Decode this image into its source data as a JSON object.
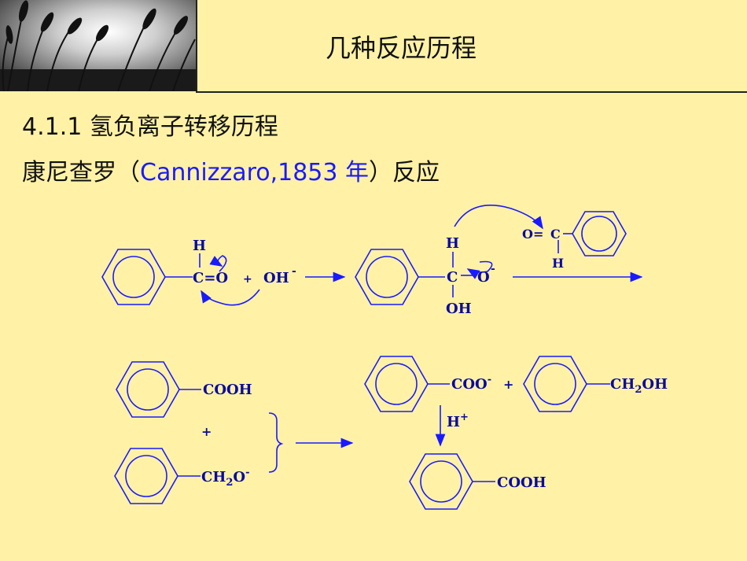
{
  "header": {
    "title": "几种反应历程"
  },
  "section": {
    "heading": "4.1.1 氢负离子转移历程",
    "reaction_prefix": "康尼查罗（",
    "reaction_name": "Cannizzaro,1853 年",
    "reaction_suffix": "）反应"
  },
  "scheme": {
    "row1": {
      "h_top": "H",
      "carbonyl": "C=O",
      "plus": "+",
      "hydroxide": "OH",
      "minus": "-",
      "int_h": "H",
      "int_c": "C",
      "int_o": "O",
      "int_oh": "OH",
      "ald_o": "O=",
      "ald_c": "C",
      "ald_h": "H"
    },
    "row2": {
      "cooh1": "COOH",
      "plus": "+",
      "ch2o": "CH",
      "sub2": "2",
      "o_minus": "O",
      "coo": "COO",
      "plus2": "+",
      "ch2oh": "CH",
      "oh": "OH",
      "acid": "H",
      "acid_plus": "+",
      "cooh2": "COOH"
    }
  },
  "colors": {
    "background": "#fff2a6",
    "ink": "#0a0aa0",
    "text": "#111111",
    "accent_text": "#1a1aff"
  }
}
